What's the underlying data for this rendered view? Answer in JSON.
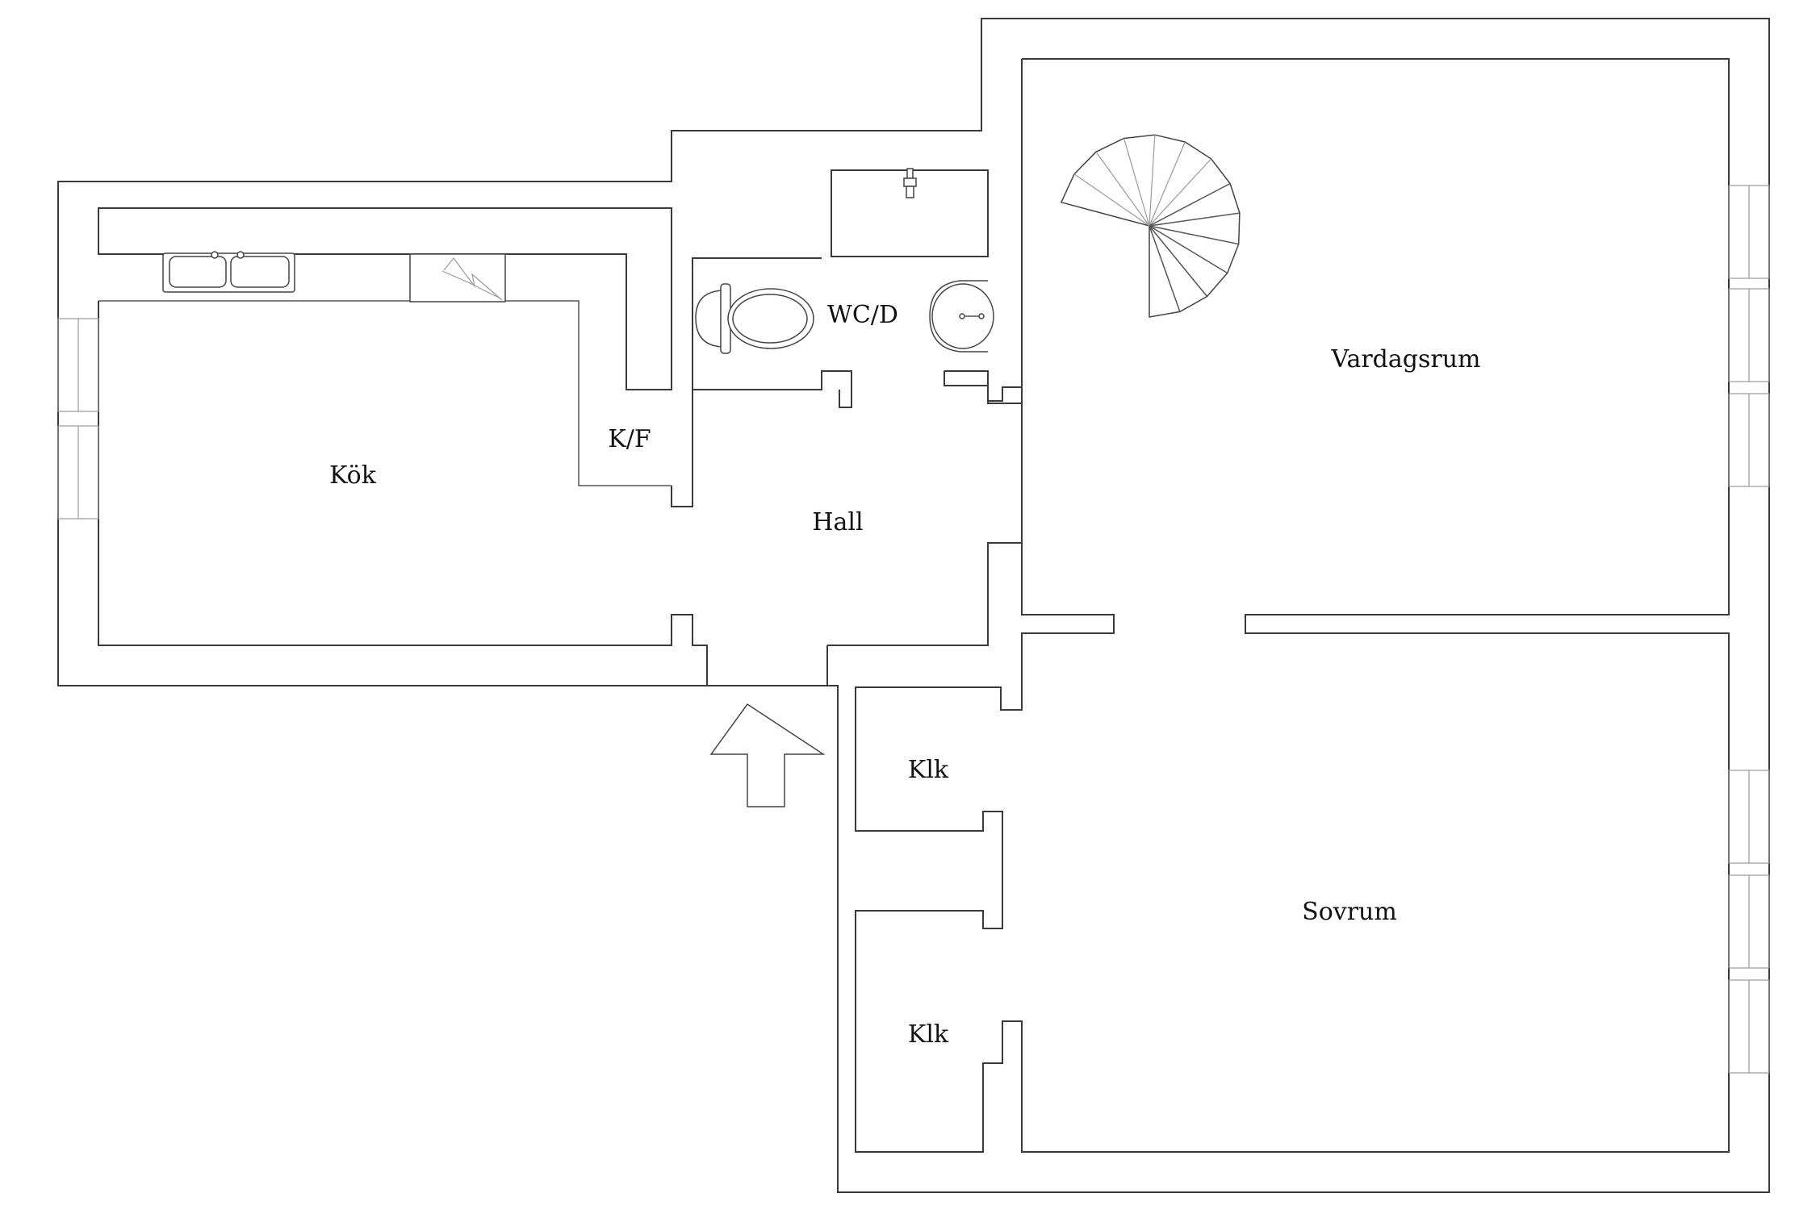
{
  "rooms": {
    "kok": "Kök",
    "kf": "K/F",
    "wcd": "WC/D",
    "hall": "Hall",
    "vardagsrum": "Vardagsrum",
    "klk1": "Klk",
    "klk2": "Klk",
    "sovrum": "Sovrum"
  },
  "symbols": {
    "entrance": "entrance-arrow-icon",
    "stair": "spiral-staircase-icon",
    "toilet": "toilet-icon",
    "sink": "washbasin-icon",
    "kitchen_sink": "double-kitchen-sink-icon",
    "stove": "stove-icon",
    "window": "window-icon"
  },
  "colors": {
    "wall": "#3a3a3a",
    "background": "#ffffff"
  }
}
